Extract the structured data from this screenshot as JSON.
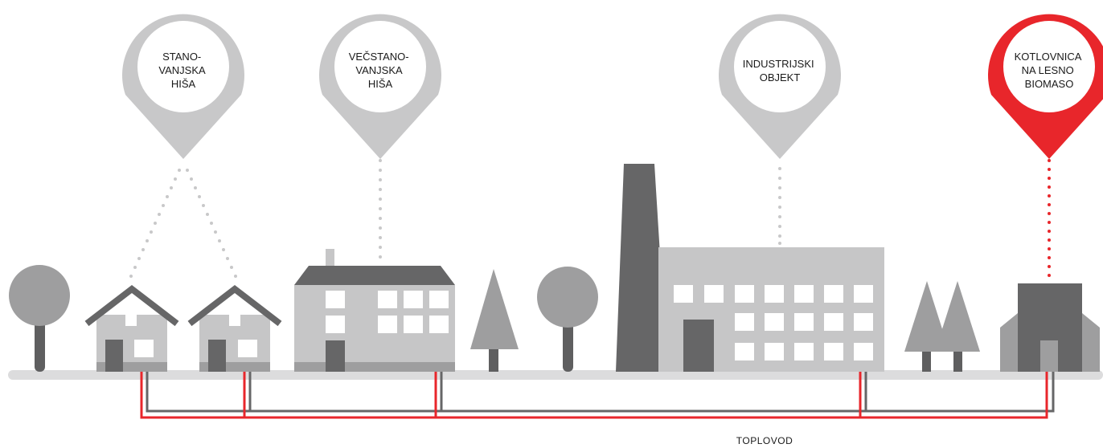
{
  "pins": [
    {
      "id": "family-house",
      "lines": [
        "STANO-",
        "VANJSKA",
        "HIŠA"
      ],
      "highlight": false
    },
    {
      "id": "apartment-building",
      "lines": [
        "VEČSTANO-",
        "VANJSKA",
        "HIŠA"
      ],
      "highlight": false
    },
    {
      "id": "industrial-building",
      "lines": [
        "INDUSTRIJSKI",
        "OBJEKT"
      ],
      "highlight": false
    },
    {
      "id": "biomass-boiler",
      "lines": [
        "KOTLOVNICA",
        "NA LESNO",
        "BIOMASO"
      ],
      "highlight": true
    }
  ],
  "pipe_label": "TOPLOVOD",
  "colors": {
    "pin_grey": "#c8c8c9",
    "pin_red": "#e8262b",
    "pin_inner": "#ffffff",
    "building_light": "#c6c6c7",
    "building_dark": "#666667",
    "tree_light": "#9e9e9f",
    "tree_trunk": "#5f5f60",
    "ground": "#dcdcdd",
    "pipe_red": "#e8262b",
    "pipe_grey": "#666667",
    "dot_grey": "#c8c8c9",
    "dot_red": "#e8262b"
  }
}
